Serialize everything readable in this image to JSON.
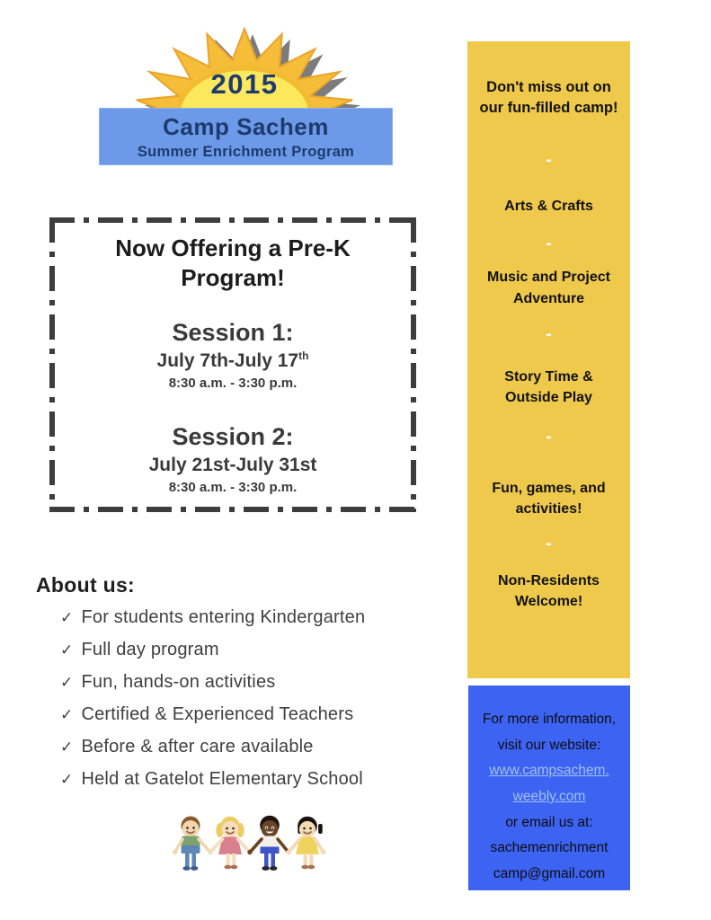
{
  "theme": {
    "banner_blue": "#6d9ae8",
    "banner_text": "#1e3a6e",
    "sun_gold": "#f5bd38",
    "sun_gold_edge": "#e9a42c",
    "sun_inner": "#fbe85c",
    "sun_shadow": "#6e6e6e",
    "sidebar_yellow": "#efc94c",
    "contact_blue": "#3d63f2",
    "link_blue": "#9fc0f2",
    "border_gray": "#3d3d3d"
  },
  "header": {
    "year": "2015",
    "title": "Camp Sachem",
    "subtitle": "Summer Enrichment Program"
  },
  "announcement": {
    "title": "Now Offering a Pre-K Program!",
    "sessions": [
      {
        "name": "Session 1:",
        "dates": "July 7th-July 17",
        "dates_sup": "th",
        "time": "8:30 a.m. - 3:30 p.m."
      },
      {
        "name": "Session 2:",
        "dates": "July 21st-July 31st",
        "dates_sup": "",
        "time": "8:30 a.m. - 3:30 p.m."
      }
    ]
  },
  "about": {
    "heading": "About us:",
    "check_glyph": "✓",
    "items": [
      "For students entering Kindergarten",
      "Full day program",
      "Fun, hands-on activities",
      "Certified & Experienced Teachers",
      "Before & after care available",
      "Held at Gatelot Elementary School"
    ]
  },
  "sidebar": {
    "intro": "Don't miss out on our fun-filled camp!",
    "separator": "-",
    "items": [
      "Arts & Crafts",
      "Music and Project Adventure",
      "Story Time & Outside Play",
      "Fun, games, and activities!",
      "Non-Residents Welcome!"
    ]
  },
  "contact": {
    "intro": "For more information, visit our website:",
    "website_line1": "www.campsachem.",
    "website_line2": "weebly.com",
    "email_intro": "or email us at:",
    "email_line1": "sachemenrichment",
    "email_line2": "camp@gmail.com"
  },
  "footer_image": "children-holding-hands"
}
